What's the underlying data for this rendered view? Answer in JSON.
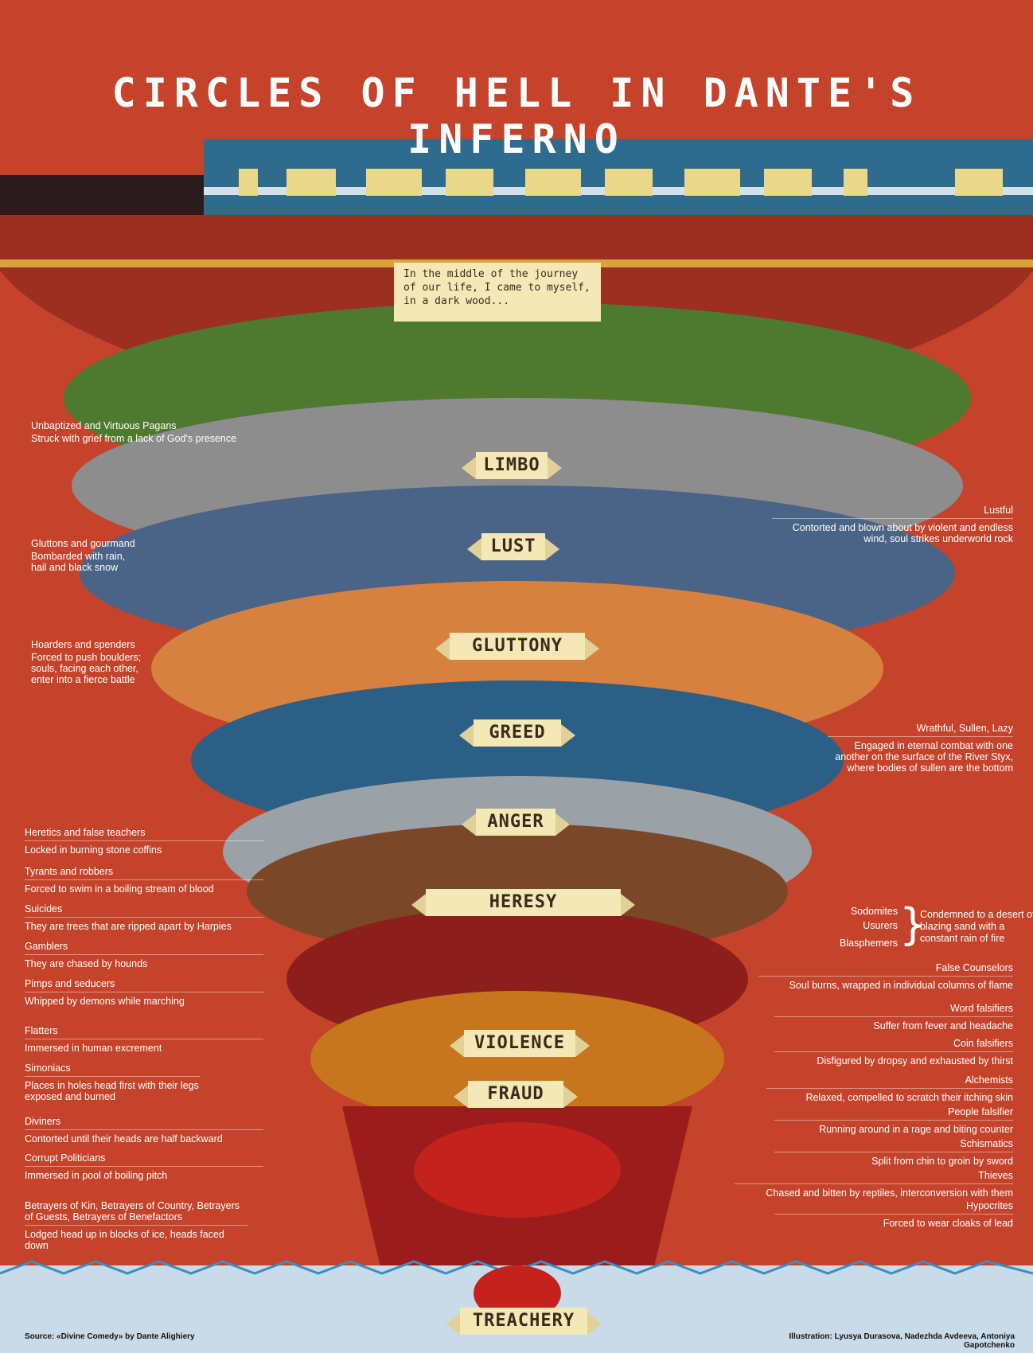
{
  "title": "CIRCLES OF HELL IN DANTE'S INFERNO",
  "quote": "In the middle of the journey of our life, I came to myself, in a dark wood...",
  "circles": {
    "limbo": "LIMBO",
    "lust": "LUST",
    "gluttony": "GLUTTONY",
    "greed": "GREED",
    "anger": "ANGER",
    "heresy": "HERESY",
    "violence": "VIOLENCE",
    "fraud": "FRAUD",
    "treachery": "TREACHERY"
  },
  "left_annotations": [
    {
      "head": "Unbaptized and Virtuous Pagans",
      "desc": "Struck with grief from a lack of God's presence"
    },
    {
      "head": "Gluttons and gourmand",
      "desc": "Bombarded with rain, hail and black snow"
    },
    {
      "head": "Hoarders and spenders",
      "desc": "Forced to push boulders; souls, facing each other, enter into a fierce battle"
    },
    {
      "head": "Heretics and false teachers",
      "desc": "Locked in burning stone coffins"
    },
    {
      "head": "Tyrants and robbers",
      "desc": "Forced to swim in a boiling stream of blood"
    },
    {
      "head": "Suicides",
      "desc": "They are trees that are ripped apart by Harpies"
    },
    {
      "head": "Gamblers",
      "desc": "They are chased by hounds"
    },
    {
      "head": "Pimps and seducers",
      "desc": "Whipped by demons while marching"
    },
    {
      "head": "Flatters",
      "desc": "Immersed in human excrement"
    },
    {
      "head": "Simoniacs",
      "desc": "Places in holes head first with their legs exposed and burned"
    },
    {
      "head": "Diviners",
      "desc": "Contorted until their heads are half backward"
    },
    {
      "head": "Corrupt Politicians",
      "desc": "Immersed in pool of boiling pitch"
    },
    {
      "head": "Betrayers of Kin, Betrayers of Country, Betrayers of Guests, Betrayers of Benefactors",
      "desc": "Lodged head up in blocks of ice, heads faced down"
    }
  ],
  "right_annotations": [
    {
      "head": "Lustful",
      "desc": "Contorted and blown about by violent and endless wind, soul strikes underworld rock"
    },
    {
      "head": "Wrathful, Sullen, Lazy",
      "desc": "Engaged in eternal combat with one another on the surface of the River Styx, where bodies of sullen are the bottom"
    },
    {
      "head": "False Counselors",
      "desc": "Soul burns, wrapped in individual columns of flame"
    },
    {
      "head": "Word falsifiers",
      "desc": "Suffer from fever and headache"
    },
    {
      "head": "Coin falsifiers",
      "desc": "Disfigured by dropsy and exhausted by thirst"
    },
    {
      "head": "Alchemists",
      "desc": "Relaxed, compelled to scratch their itching skin"
    },
    {
      "head": "People falsifier",
      "desc": "Running around in a rage and biting counter"
    },
    {
      "head": "Schismatics",
      "desc": "Split from chin to groin by sword"
    },
    {
      "head": "Thieves",
      "desc": "Chased and bitten by reptiles, interconversion with them"
    },
    {
      "head": "Hypocrites",
      "desc": "Forced to wear cloaks of lead"
    }
  ],
  "violent_group": {
    "sodomites": "Sodomites",
    "usurers": "Usurers",
    "blasphemers": "Blasphemers",
    "punishment": "Condemned to a desert of blazing sand with a constant rain of fire"
  },
  "footer": {
    "source": "Source: «Divine Comedy» by Dante Alighiery",
    "credits": "Illustration: Lyusya Durasova, Nadezhda Avdeeva, Antoniya Gapotchenko"
  },
  "colors": {
    "background": "#c4432a",
    "banner": "#f4e8b6",
    "limbo": "#4e7a2f",
    "lust": "#8d8d8d",
    "gluttony": "#4a6487",
    "greed": "#d6813f",
    "anger": "#2c5f86",
    "heresy": "#7a4728",
    "violence": "#8c1f1c",
    "fraud": "#c7761e",
    "treachery": "#9b1c1c"
  }
}
